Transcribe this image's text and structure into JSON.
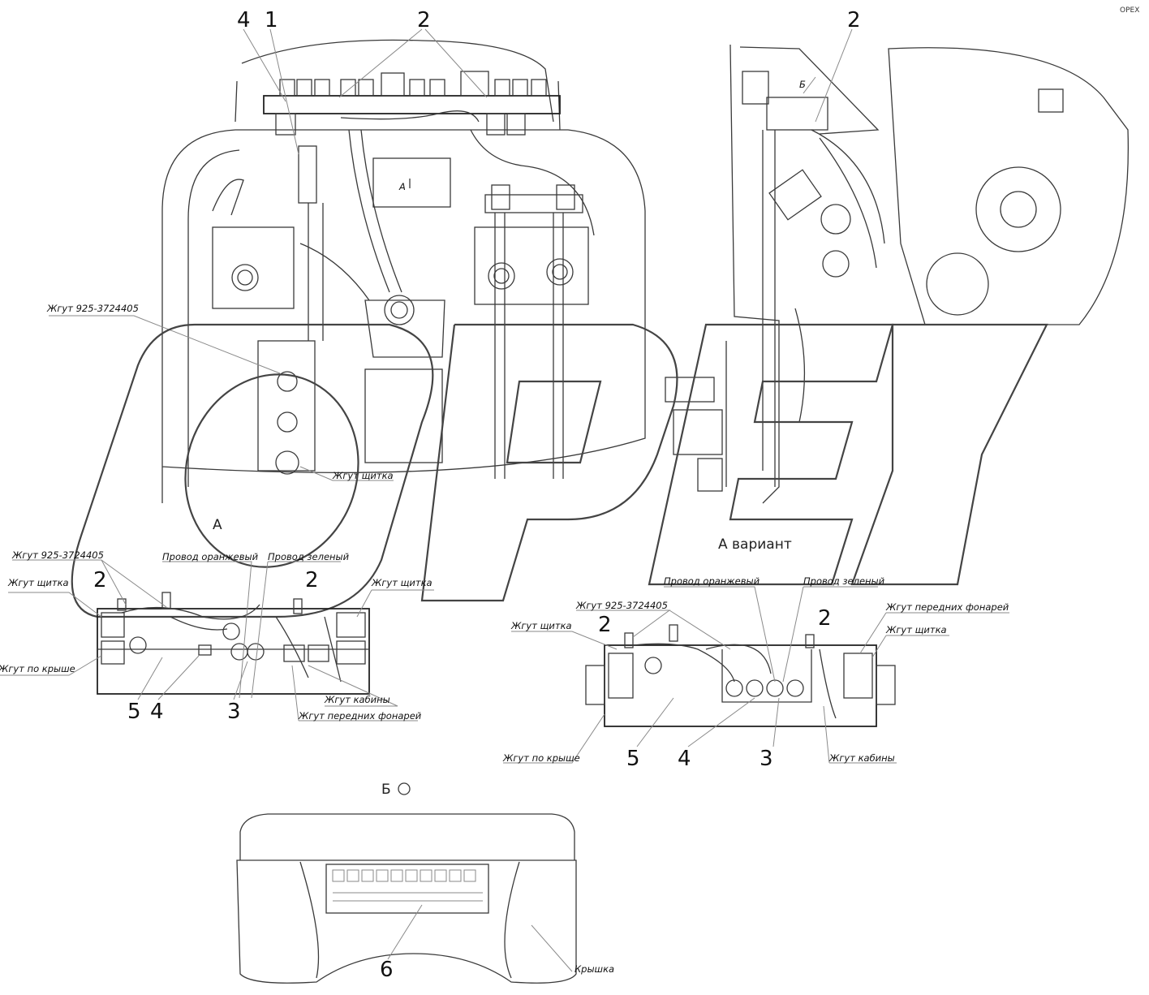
{
  "callouts": {
    "top_left": {
      "n4": "4",
      "n1": "1",
      "n2": "2"
    },
    "top_right": {
      "n2": "2"
    },
    "left_panel": {
      "n2a": "2",
      "n2b": "2",
      "n5": "5",
      "n4": "4",
      "n3": "3"
    },
    "right_panel": {
      "n2a": "2",
      "n2b": "2",
      "n5": "5",
      "n4": "4",
      "n3": "3"
    },
    "cover": {
      "n6": "6"
    }
  },
  "labels": {
    "harness_925": "Жгут 925-3724405",
    "panel_harness": "Жгут щитка",
    "view_a": "А",
    "view_a_variant": "А вариант",
    "view_b_marker": "Б",
    "orange_wire": "Провод оранжевый",
    "green_wire": "Провод зеленый",
    "roof_harness": "Жгут по крыше",
    "cab_harness": "Жгут кабины",
    "front_lights_harness": "Жгут передних фонарей",
    "cover": "Крышка",
    "arrow_a": "А"
  },
  "watermark": "OPEX",
  "colors": {
    "line": "#3a3a3a",
    "light_line": "#8a8a8a",
    "text": "#111111"
  }
}
